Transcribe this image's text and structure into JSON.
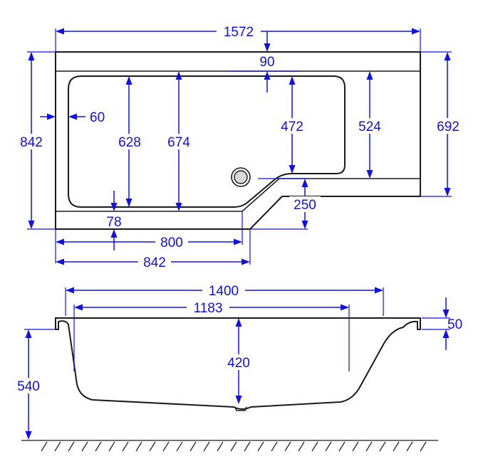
{
  "colors": {
    "outline": "#1a1a1a",
    "dimension": "#1010e6",
    "background": "#ffffff"
  },
  "plan_view": {
    "overall_length": "1572",
    "rim_width": "90",
    "wall_thickness": "60",
    "inner_width_narrow": "628",
    "inner_width_wide": "674",
    "narrow_section_width": "472",
    "narrow_end_width": "524",
    "narrow_end_outer_width": "692",
    "overall_width": "842",
    "front_rim_width": "78",
    "shower_section_length": "800",
    "wide_section_length": "842",
    "angled_offset": "250"
  },
  "elevation_view": {
    "top_length": "1400",
    "bottom_length": "1183",
    "rim_thickness": "50",
    "inner_depth": "420",
    "overall_height": "540"
  }
}
